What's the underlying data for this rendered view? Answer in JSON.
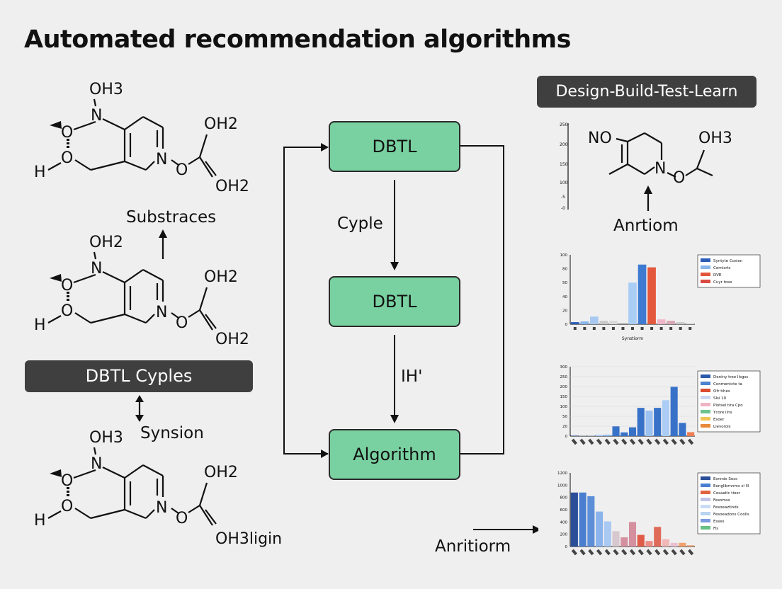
{
  "title": "Automated recommendation algorithms",
  "left": {
    "molecules": [
      {
        "top": "OH3",
        "r1": "OH2",
        "r2": "OH2",
        "h": "H",
        "o": "O",
        "n": "N",
        "n2": "N",
        "o2": "O"
      },
      {
        "top": "OH2",
        "r1": "OH2",
        "r2": "OH2",
        "h": "H",
        "o": "O",
        "n": "N",
        "n2": "N",
        "o2": "O"
      },
      {
        "top": "OH3",
        "r1": "OH2",
        "r2": "OH3ligin",
        "h": "H",
        "o": "O",
        "n": "N",
        "n2": "N",
        "o2": "O"
      }
    ],
    "substraces_label": "Substraces",
    "pill_label": "DBTL Cyples",
    "synsion_label": "Synsion"
  },
  "center": {
    "box1": "DBTL",
    "box2": "DBTL",
    "box3": "Algorithm",
    "label_cyple": "Cyple",
    "label_ih": "IH'",
    "label_anritiorm": "Anritiorm"
  },
  "right": {
    "header": "Design-Build-Test-Learn",
    "molecule": {
      "no": "NO",
      "oh": "OH3",
      "n": "N",
      "o": "O"
    },
    "mini_y_ticks": [
      "250",
      "200",
      "150",
      "100",
      "-5",
      "-0"
    ],
    "anrtiom_label": "Anrtiom"
  },
  "chart_data": [
    {
      "type": "bar",
      "ylim": [
        0,
        100
      ],
      "y_ticks": [
        "100",
        "80",
        "50",
        "40",
        "20",
        "0"
      ],
      "xlabel": "Synstiorm",
      "legend": [
        "Syntyte Cosion",
        "Cernisrts",
        "DVE",
        "Cuyr tose"
      ],
      "colors": [
        "#2b5db8",
        "#86b6ec",
        "#e4543a",
        "#d94c43"
      ],
      "values": [
        3,
        4,
        11,
        5,
        5,
        0,
        60,
        86,
        82,
        7,
        5,
        3,
        1
      ],
      "bar_colors": [
        "#2b5db8",
        "#86b6ec",
        "#a9c8f0",
        "#c9c9c9",
        "#d8d8d8",
        "#ffffff",
        "#a9cdf5",
        "#3f7ad1",
        "#e4583e",
        "#f0b6c8",
        "#d9a6b4",
        "#c9c9c9",
        "#c9c9c9"
      ]
    },
    {
      "type": "bar",
      "ylim": [
        0,
        300
      ],
      "y_ticks": [
        "300",
        "250",
        "200",
        "150",
        "100",
        "50",
        "20",
        "0"
      ],
      "legend": [
        "Deniny tree Ilsgss",
        "Conmentcte ta",
        "Ofr tihes",
        "Slsi 10",
        "Plotsel tira Cpo",
        "Ycore ilns",
        "Esoer",
        "Llevorols"
      ],
      "colors": [
        "#2a5ca8",
        "#4d83cf",
        "#d94c2f",
        "#c9d6f2",
        "#f0b3c4",
        "#6fc48b",
        "#f1c452",
        "#e88a3a"
      ],
      "values": [
        2,
        1,
        1,
        6,
        6,
        42,
        16,
        38,
        122,
        110,
        122,
        155,
        213,
        57,
        17
      ],
      "bar_colors": [
        "#2a5ca8",
        "#aaccf5",
        "#aaccf5",
        "#aaccf5",
        "#8cb8ef",
        "#3872c8",
        "#3872c8",
        "#3872c8",
        "#3872c8",
        "#9cc2f2",
        "#3872c8",
        "#aaccf5",
        "#3872c8",
        "#3872c8",
        "#ef7d52"
      ]
    },
    {
      "type": "bar",
      "ylim": [
        0,
        1200
      ],
      "y_ticks": [
        "1200",
        "1000",
        "800",
        "600",
        "400",
        "200",
        "0"
      ],
      "legend": [
        "Esnnds Soss",
        "Eonglibrnnms sl Ill",
        "Cesaatlc tioer",
        "Fesomss",
        "Fesoeaztinds",
        "Fesoeadons Coolls",
        "Esses",
        "Fis"
      ],
      "colors": [
        "#2a4f98",
        "#4a7fd0",
        "#e0623e",
        "#bfc4e6",
        "#c9dbf4",
        "#b9d4ef",
        "#7a9be0",
        "#67c085"
      ],
      "values": [
        880,
        880,
        820,
        570,
        410,
        250,
        150,
        400,
        190,
        90,
        320,
        120,
        60,
        60,
        20
      ],
      "bar_colors": [
        "#2a4f98",
        "#4a7fd0",
        "#5d8ed8",
        "#8bb4ec",
        "#a9c9f2",
        "#d7c7cf",
        "#d4909e",
        "#d4909e",
        "#e05c48",
        "#ee8d86",
        "#e06a5a",
        "#f2b8b8",
        "#e9c0d0",
        "#f3a06c",
        "#ef9a6d"
      ]
    }
  ],
  "colors": {
    "background": "#efefef",
    "box_green": "#79d1a1",
    "pill_dark": "#3f3f3f"
  }
}
